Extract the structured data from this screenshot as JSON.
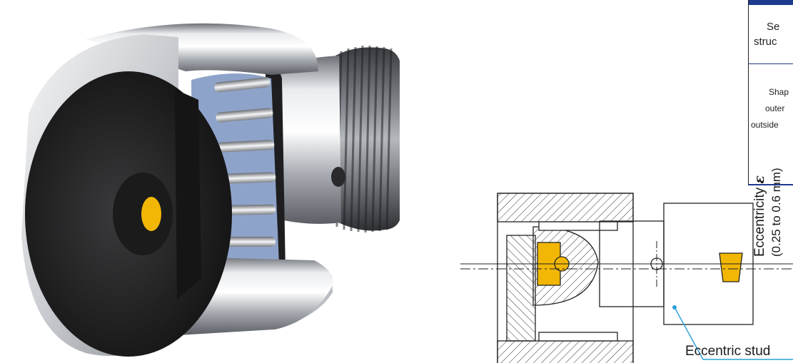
{
  "drawing": {
    "callout_label": "Eccentric stud",
    "eccentricity_label": "Eccentricity",
    "eccentricity_symbol": "ε",
    "eccentricity_range": "(0.25 to 0.6 mm)"
  },
  "table": {
    "row1_line1": "Se",
    "row1_line2": "struc",
    "row2_line1": "Shap",
    "row2_line2": "outer",
    "row2_line3": "outside"
  },
  "colors": {
    "cage_blue": "#8ea3c9",
    "lubricant_yellow": "#f2b705",
    "callout_line": "#2aa0d8",
    "table_blue": "#1d3a8f"
  }
}
